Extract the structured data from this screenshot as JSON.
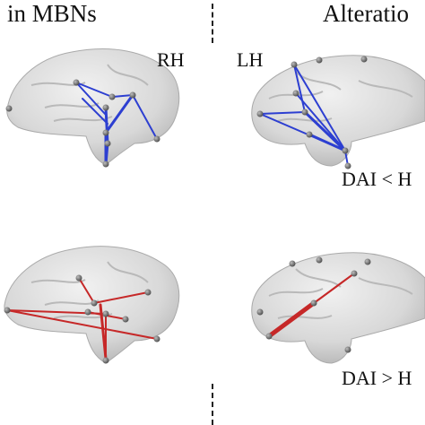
{
  "header": {
    "left_title": "in MBNs",
    "right_title": "Alteratio"
  },
  "hemispheres": {
    "right": "RH",
    "left": "LH"
  },
  "conditions": {
    "decrease": "DAI < H",
    "increase": "DAI > H"
  },
  "colors": {
    "decrease_edges": "#2d3fd1",
    "increase_edges": "#c62828",
    "brain": "#d9d9d9",
    "node": "#7a7a7a"
  }
}
